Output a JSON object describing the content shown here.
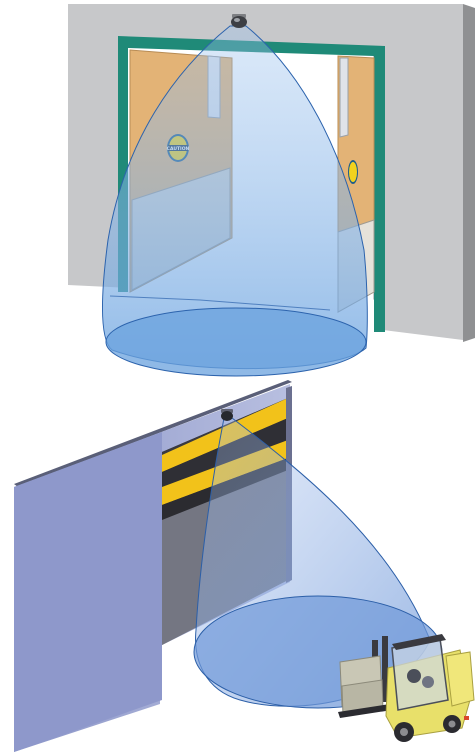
{
  "illustrations": [
    {
      "id": "doorway-sensor",
      "sign_text": "CAUTION"
    },
    {
      "id": "loading-dock-sensor"
    }
  ],
  "colors": {
    "wall_top": "#c9cacc",
    "wall_top_side": "#9b9c9e",
    "door_frame": "#1f8a78",
    "door_panel": "#e3b376",
    "door_window": "#d8dbe0",
    "sensor_beam": "#8fb6e4",
    "sensor_beam_edge": "#2a5fa8",
    "wall_bottom": "#9aa4d0",
    "wall_bottom_dark": "#596080",
    "dock_door_dark": "#2b2b30",
    "dock_door_stripe": "#f2c21a",
    "forklift_body": "#e8e06a"
  },
  "icons": [
    "dome-sensor-icon",
    "caution-sign-icon",
    "forklift-icon"
  ]
}
